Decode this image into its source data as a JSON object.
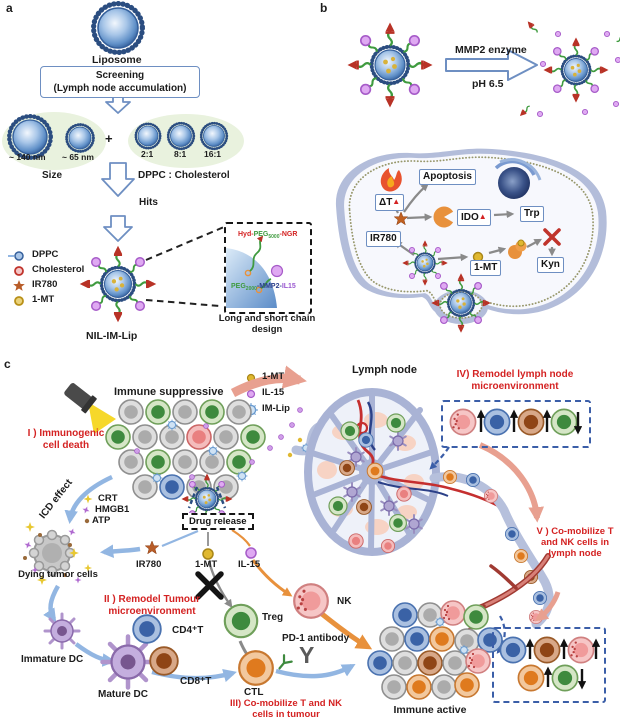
{
  "colors": {
    "red_label": "#d42222",
    "blue_border": "#6e8fc2",
    "green_ellipse": "#e9f2de",
    "lavender": "#aab4d6",
    "arrow_blue": "#92b6e2",
    "arrow_orange": "#e8913c",
    "arrow_salmon": "#e8a090",
    "vessel_red": "#c52f2f"
  },
  "icons": {
    "up_triangle": "▲",
    "y_shape": "Y",
    "plus": "+"
  },
  "panel_a": {
    "label": "a",
    "liposome_label": "Liposome",
    "screening_line1": "Screening",
    "screening_line2": "(Lymph node accumulation)",
    "size_large": "~ 140 nm",
    "size_small": "~ 65 nm",
    "size_caption": "Size",
    "ratio_1": "2:1",
    "ratio_2": "8:1",
    "ratio_3": "16:1",
    "ratio_caption": "DPPC : Cholesterol",
    "hits_label": "Hits",
    "legend_dppc": "DPPC",
    "legend_cholesterol": "Cholesterol",
    "legend_ir780": "IR780",
    "legend_1mt": "1-MT",
    "product_label": "NIL-IM-Lip",
    "chain1_pre": "Hyd-",
    "chain1_peg": "PEG",
    "chain1_sub": "5000",
    "chain1_post": "-NGR",
    "chain2_peg": "PEG",
    "chain2_sub": "2000",
    "chain2_mid": "-MMP2-",
    "chain2_end": "IL15",
    "inset_caption": "Long and short chain design"
  },
  "panel_b": {
    "label": "b",
    "arrow_top": "MMP2 enzyme",
    "arrow_bottom": "pH 6.5",
    "apoptosis": "Apoptosis",
    "delta_t": "ΔT",
    "ido": "IDO",
    "trp": "Trp",
    "ir780": "IR780",
    "one_mt": "1-MT",
    "kyn": "Kyn"
  },
  "panel_c": {
    "label": "c",
    "tumor_title": "Immune suppressive",
    "lymph_title": "Lymph node",
    "legend_1mt": "1-MT",
    "legend_il15": "IL-15",
    "legend_imlip": "IM-Lip",
    "step1_line1": "I ) Immunogenic",
    "step1_line2": "cell death",
    "icd_effect": "ICD effect",
    "crt": "CRT",
    "hmgb1": "HMGB1",
    "atp": "ATP",
    "dying_cells": "Dying tumor cells",
    "drug_release": "Drug release",
    "rel_ir780": "IR780",
    "rel_1mt": "1-MT",
    "rel_il15": "IL-15",
    "step2_line1": "II ) Remodel Tumour",
    "step2_line2": "microenvironment",
    "immature_dc": "Immature DC",
    "mature_dc": "Mature DC",
    "cd4": "CD4⁺T",
    "cd8": "CD8⁺T",
    "treg": "Treg",
    "ctl": "CTL",
    "step3_line1": "III) Co-mobilize T and NK",
    "step3_line2": "cells in tumour",
    "pd1": "PD-1 antibody",
    "nk": "NK",
    "step4_line1": "IV) Remodel lymph node",
    "step4_line2": "microenvironment",
    "step5_line1": "V ) Co-mobilize T",
    "step5_line2": "and NK cells in",
    "step5_line3": "lymph node",
    "immune_active": "Immune active"
  }
}
